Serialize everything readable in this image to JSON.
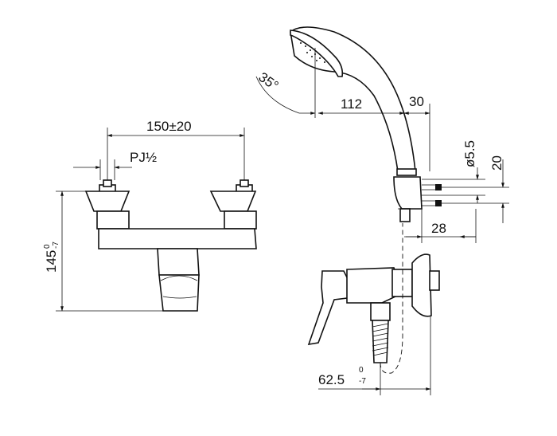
{
  "front_view": {
    "width_dim": "150±20",
    "inlet_thread": "PJ½",
    "height_dim_main": "145",
    "height_dim_upper": "0",
    "height_dim_lower": "-7"
  },
  "side_view": {
    "projection_dim_main": "62.5",
    "projection_dim_upper": "0",
    "projection_dim_lower": "-7"
  },
  "shower_head": {
    "angle_dim": "35°",
    "reach_dim": "112",
    "head_dim": "30"
  },
  "wall_bracket": {
    "screw_dia_dim": "ø5.5",
    "screw_spacing_dim": "20",
    "depth_dim": "28"
  }
}
